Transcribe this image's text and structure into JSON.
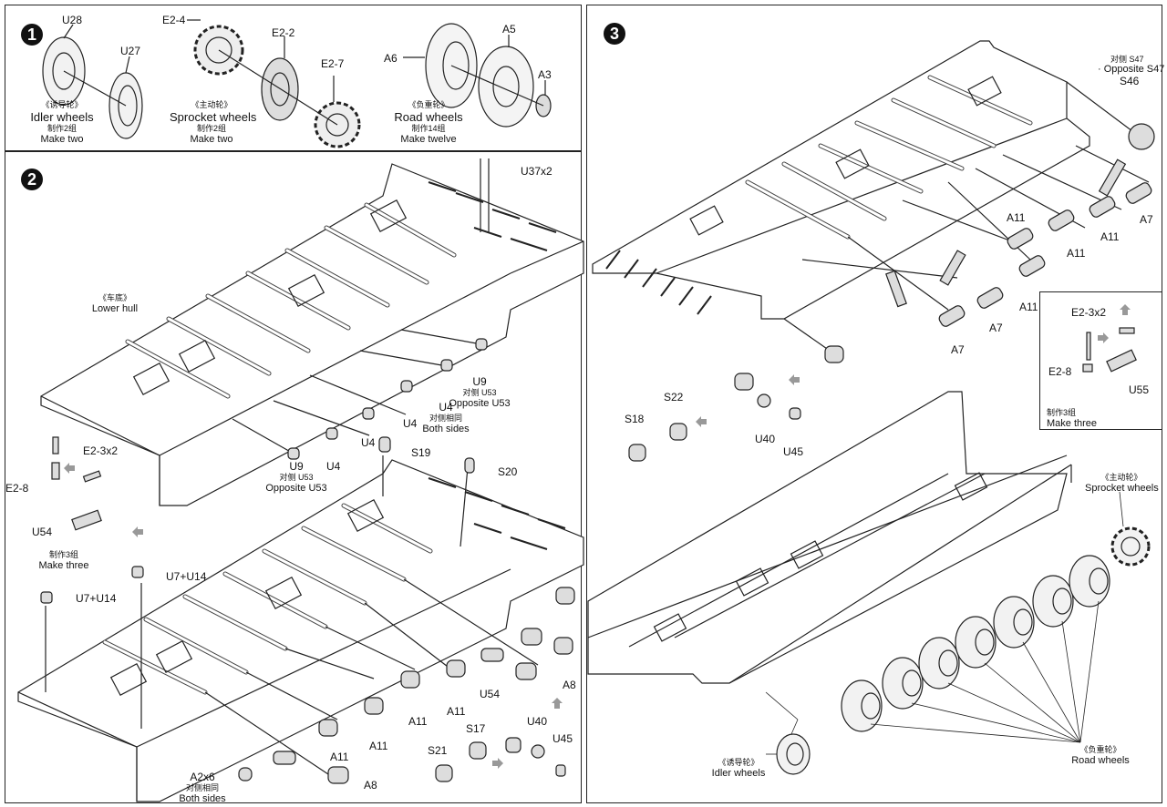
{
  "steps": [
    {
      "number": "1"
    },
    {
      "number": "2"
    },
    {
      "number": "3"
    }
  ],
  "step1": {
    "idler": {
      "parts": [
        "U28",
        "U27"
      ],
      "title_cn": "《诱导轮》",
      "title_en": "Idler wheels",
      "qty_cn": "制作2组",
      "qty_en": "Make two"
    },
    "sprocket": {
      "parts": [
        "E2-4",
        "E2-2",
        "E2-7"
      ],
      "title_cn": "《主动轮》",
      "title_en": "Sprocket wheels",
      "qty_cn": "制作2组",
      "qty_en": "Make two"
    },
    "road": {
      "parts": [
        "A6",
        "A5",
        "A3"
      ],
      "title_cn": "《负重轮》",
      "title_en": "Road wheels",
      "qty_cn": "制作14组",
      "qty_en": "Make twelve"
    }
  },
  "step2": {
    "lower_hull_cn": "《车底》",
    "lower_hull_en": "Lower hull",
    "labels": {
      "u37": "U37x2",
      "u9_a": "U9",
      "u9_a_cn": "对侧 U53",
      "u9_a_en": "Opposite U53",
      "u4_both": "U4",
      "u4_both_cn": "对侧相同",
      "u4_both_en": "Both sides",
      "u4_1": "U4",
      "u4_2": "U4",
      "u4_3": "U4",
      "u9_b": "U9",
      "u9_b_cn": "对侧 U53",
      "u9_b_en": "Opposite U53",
      "s19": "S19",
      "s20": "S20",
      "e23": "E2-3x2",
      "e28": "E2-8",
      "u54_a": "U54",
      "make_three_cn": "制作3组",
      "make_three_en": "Make three",
      "u7u14_a": "U7+U14",
      "u7u14_b": "U7+U14",
      "a8_a": "A8",
      "u54_b": "U54",
      "a11_1": "A11",
      "a11_2": "A11",
      "a11_3": "A11",
      "a11_4": "A11",
      "a8_b": "A8",
      "a2": "A2x6",
      "a2_cn": "对侧相同",
      "a2_en": "Both sides",
      "s21": "S21",
      "s17": "S17",
      "u40": "U40",
      "u45": "U45"
    }
  },
  "step3": {
    "labels": {
      "s47_cn": "对侧 S47",
      "s47_en": "· Opposite S47",
      "s46": "S46",
      "a7_1": "A7",
      "a11_1": "A11",
      "a11_2": "A11",
      "a11_3": "A11",
      "a11_4": "A11",
      "a7_2": "A7",
      "a7_3": "A7",
      "s22": "S22",
      "s18": "S18",
      "u40": "U40",
      "u45": "U45",
      "sprocket_cn": "《主动轮》",
      "sprocket_en": "Sprocket wheels",
      "road_cn": "《负重轮》",
      "road_en": "Road wheels",
      "idler_cn": "《诱导轮》",
      "idler_en": "Idler wheels"
    },
    "inset": {
      "e23": "E2-3x2",
      "e28": "E2-8",
      "u55": "U55",
      "qty_cn": "制作3组",
      "qty_en": "Make three"
    }
  }
}
